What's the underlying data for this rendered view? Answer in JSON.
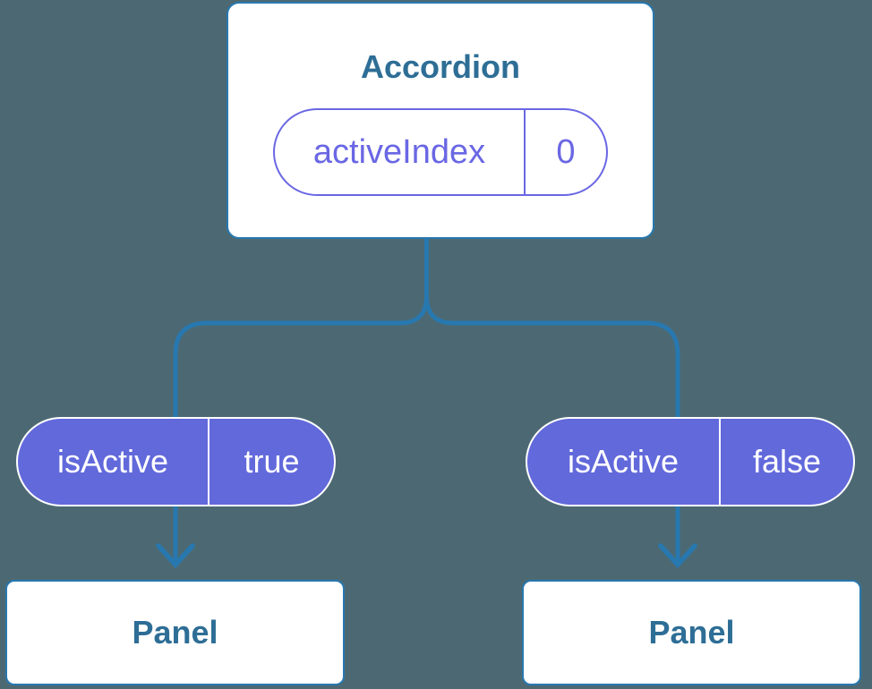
{
  "colors": {
    "background": "#4C6973",
    "connector": "#2878B0",
    "node_border": "#2878B0",
    "node_fill": "#FFFFFF",
    "node_text": "#2E6E96",
    "pill_fill": "#6269DB",
    "pill_outline": "#6A67E4",
    "pill_text": "#FFFFFF"
  },
  "diagram": {
    "root": {
      "title": "Accordion",
      "state": {
        "name": "activeIndex",
        "value": "0"
      }
    },
    "children": [
      {
        "prop": {
          "name": "isActive",
          "value": "true"
        },
        "node": {
          "title": "Panel"
        }
      },
      {
        "prop": {
          "name": "isActive",
          "value": "false"
        },
        "node": {
          "title": "Panel"
        }
      }
    ]
  }
}
